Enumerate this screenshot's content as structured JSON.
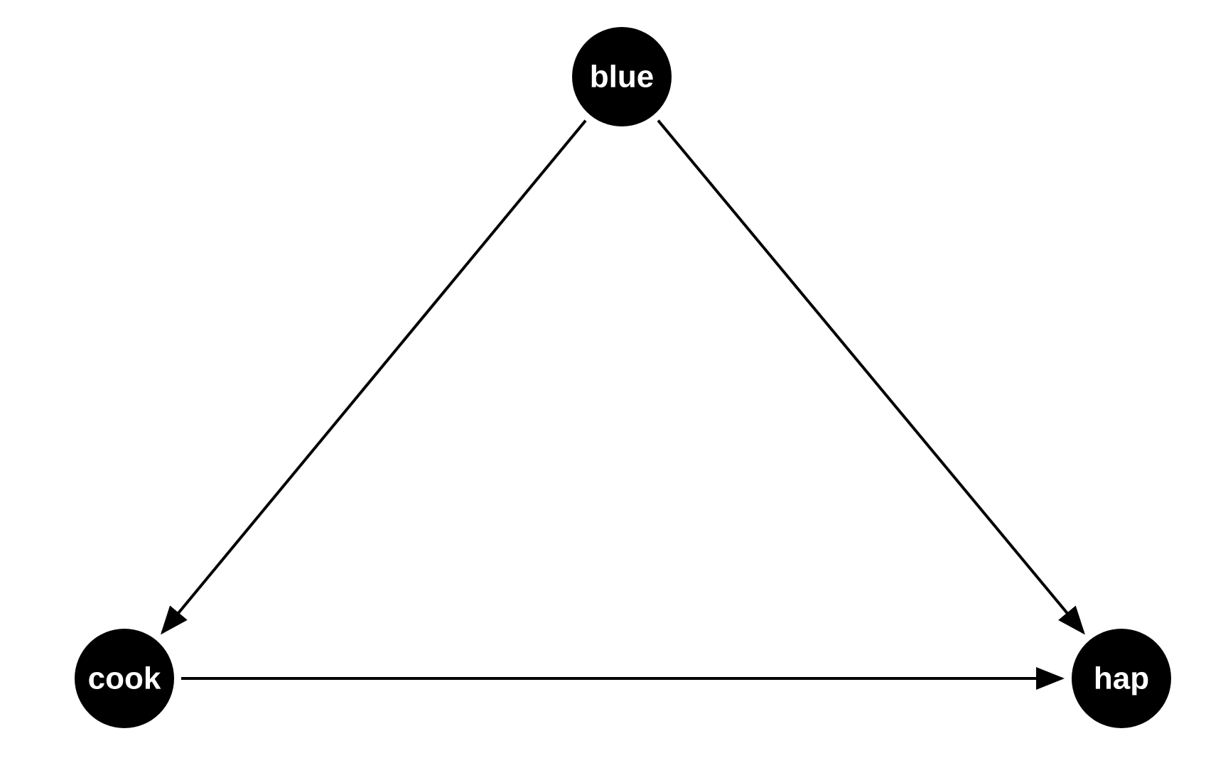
{
  "diagram": {
    "type": "directed-acyclic-graph",
    "node_color": "#000000",
    "label_color": "#ffffff",
    "edge_color": "#000000",
    "background": "#ffffff",
    "nodes": [
      {
        "id": "blue",
        "label": "blue"
      },
      {
        "id": "cook",
        "label": "cook"
      },
      {
        "id": "hap",
        "label": "hap"
      }
    ],
    "edges": [
      {
        "from": "blue",
        "to": "cook"
      },
      {
        "from": "blue",
        "to": "hap"
      },
      {
        "from": "cook",
        "to": "hap"
      }
    ]
  }
}
